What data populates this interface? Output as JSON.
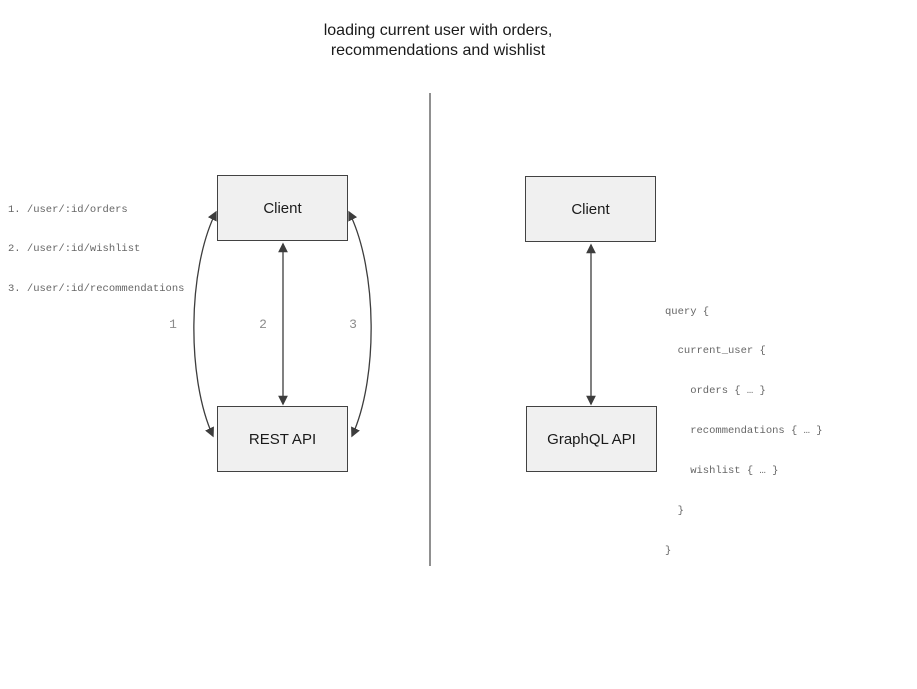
{
  "title": {
    "line1": "loading current user with orders,",
    "line2": "recommendations and wishlist"
  },
  "rest_panel": {
    "client_label": "Client",
    "api_label": "REST API",
    "endpoints": [
      "1. /user/:id/orders",
      "2. /user/:id/wishlist",
      "3. /user/:id/recommendations"
    ],
    "arrow_labels": [
      "1",
      "2",
      "3"
    ]
  },
  "graphql_panel": {
    "client_label": "Client",
    "api_label": "GraphQL API",
    "query_lines": [
      "query {",
      "  current_user {",
      "    orders { … }",
      "    recommendations { … }",
      "    wishlist { … }",
      "  }",
      "}"
    ]
  },
  "colors": {
    "background": "#ffffff",
    "box_fill": "#f0f0f0",
    "box_border": "#424242",
    "arrow": "#3d3d3d",
    "divider": "#757575",
    "title_text": "#1a1a1a",
    "box_text": "#1a1a1a",
    "code_text": "#666666",
    "number_label": "#8c8c8c"
  }
}
